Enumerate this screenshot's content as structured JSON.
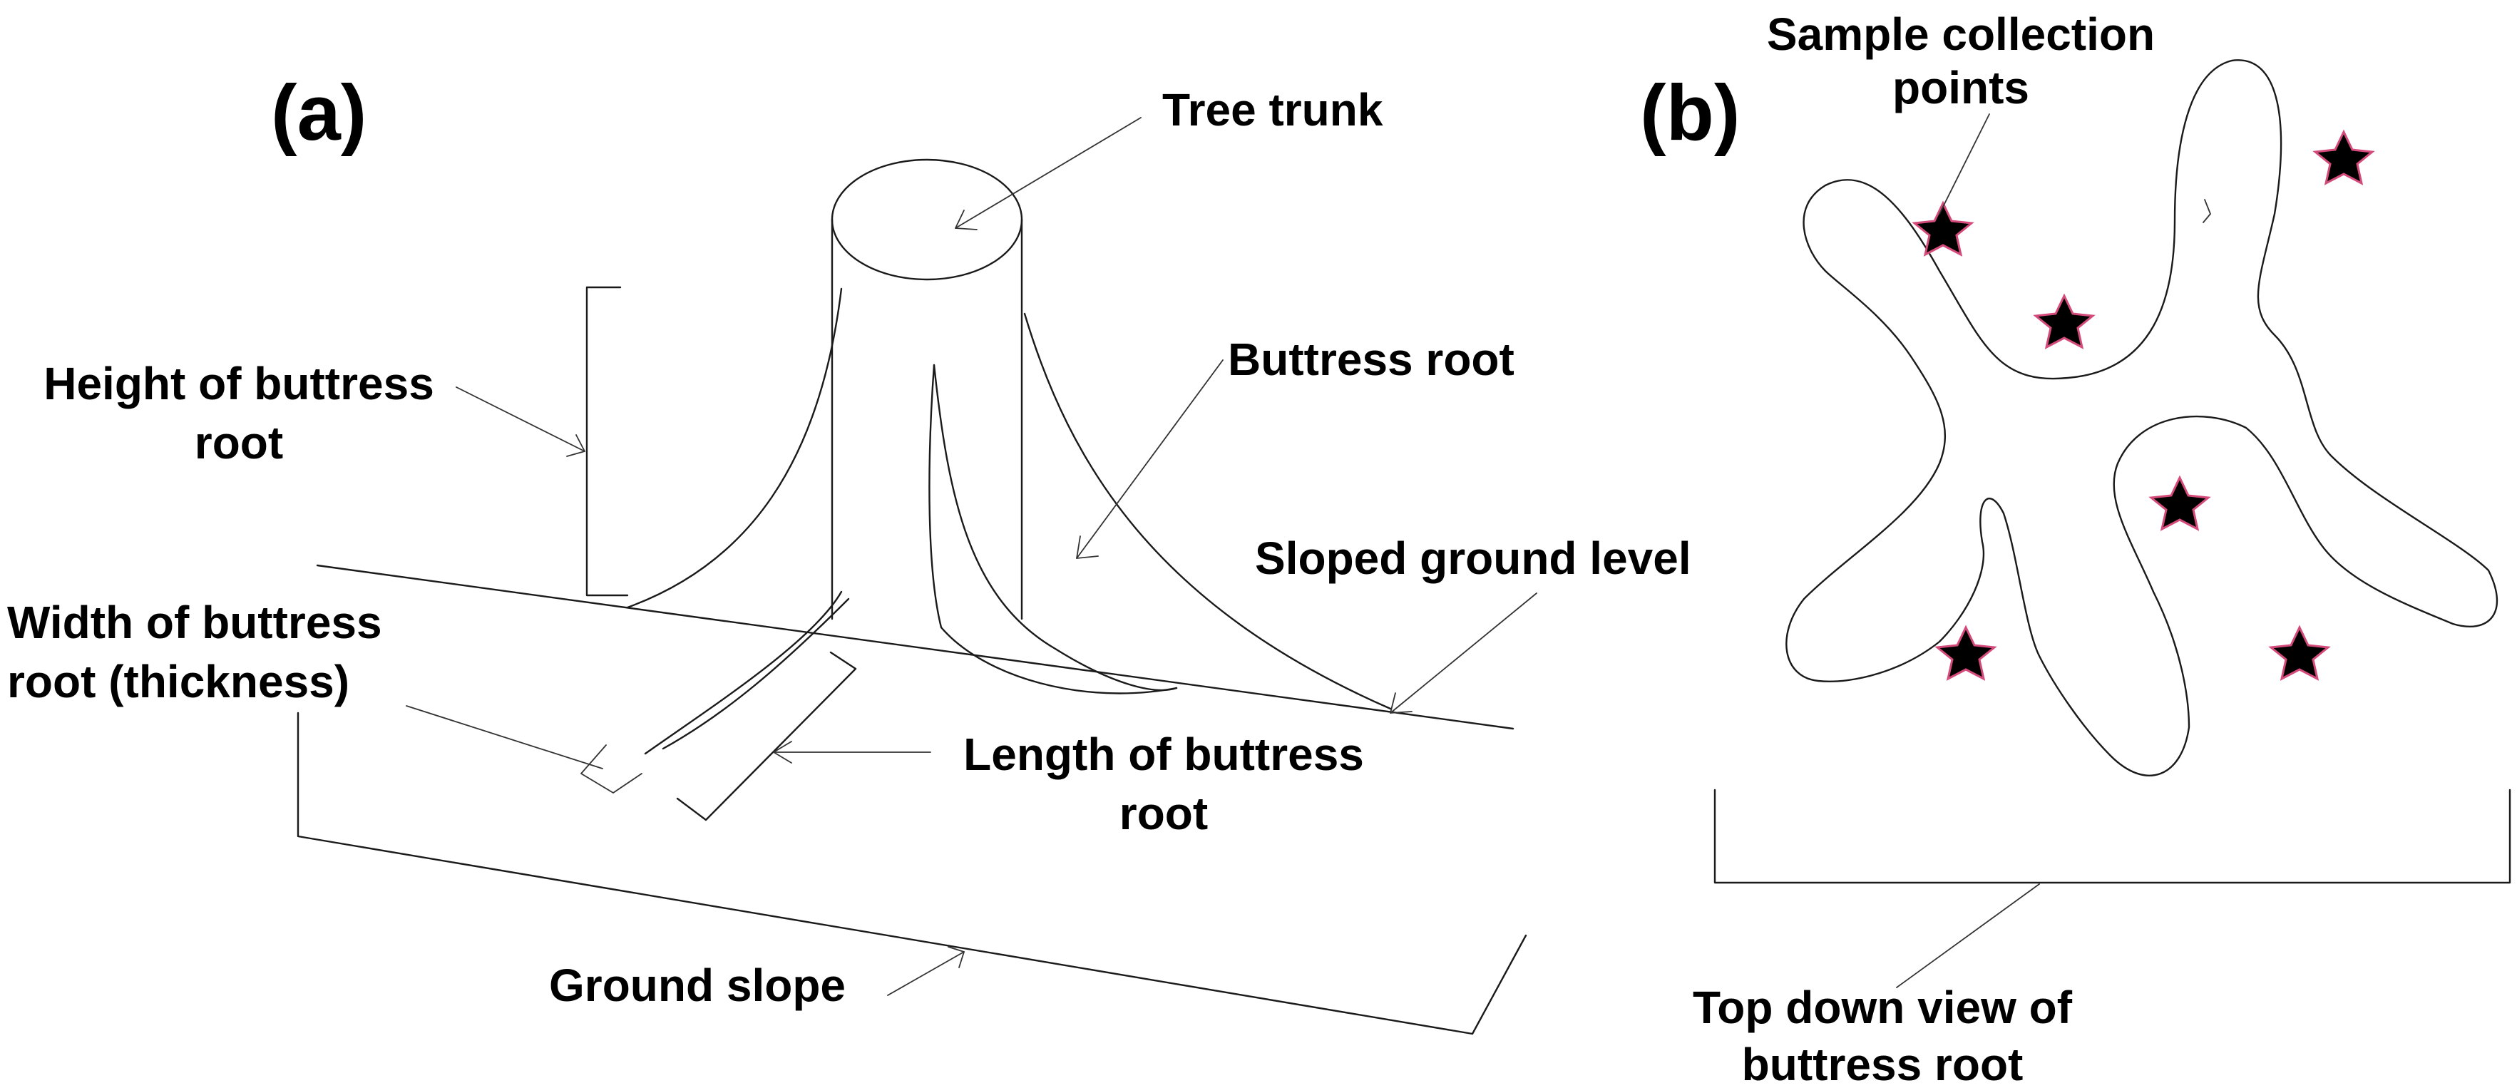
{
  "panel_a": {
    "letter": "(a)",
    "tree_trunk": "Tree trunk",
    "buttress_root": "Buttress root",
    "height_line1": "Height of buttress",
    "height_line2": "root",
    "sloped_ground": "Sloped ground level",
    "width_line1": "Width of buttress",
    "width_line2": "root (thickness)",
    "length_line1": "Length of buttress",
    "length_line2": "root",
    "ground_slope": "Ground slope"
  },
  "panel_b": {
    "letter": "(b)",
    "sample_line1": "Sample collection",
    "sample_line2": "points",
    "topdown_line1": "Top down view of",
    "topdown_line2": "buttress root",
    "star_color": "#d44a7a"
  }
}
